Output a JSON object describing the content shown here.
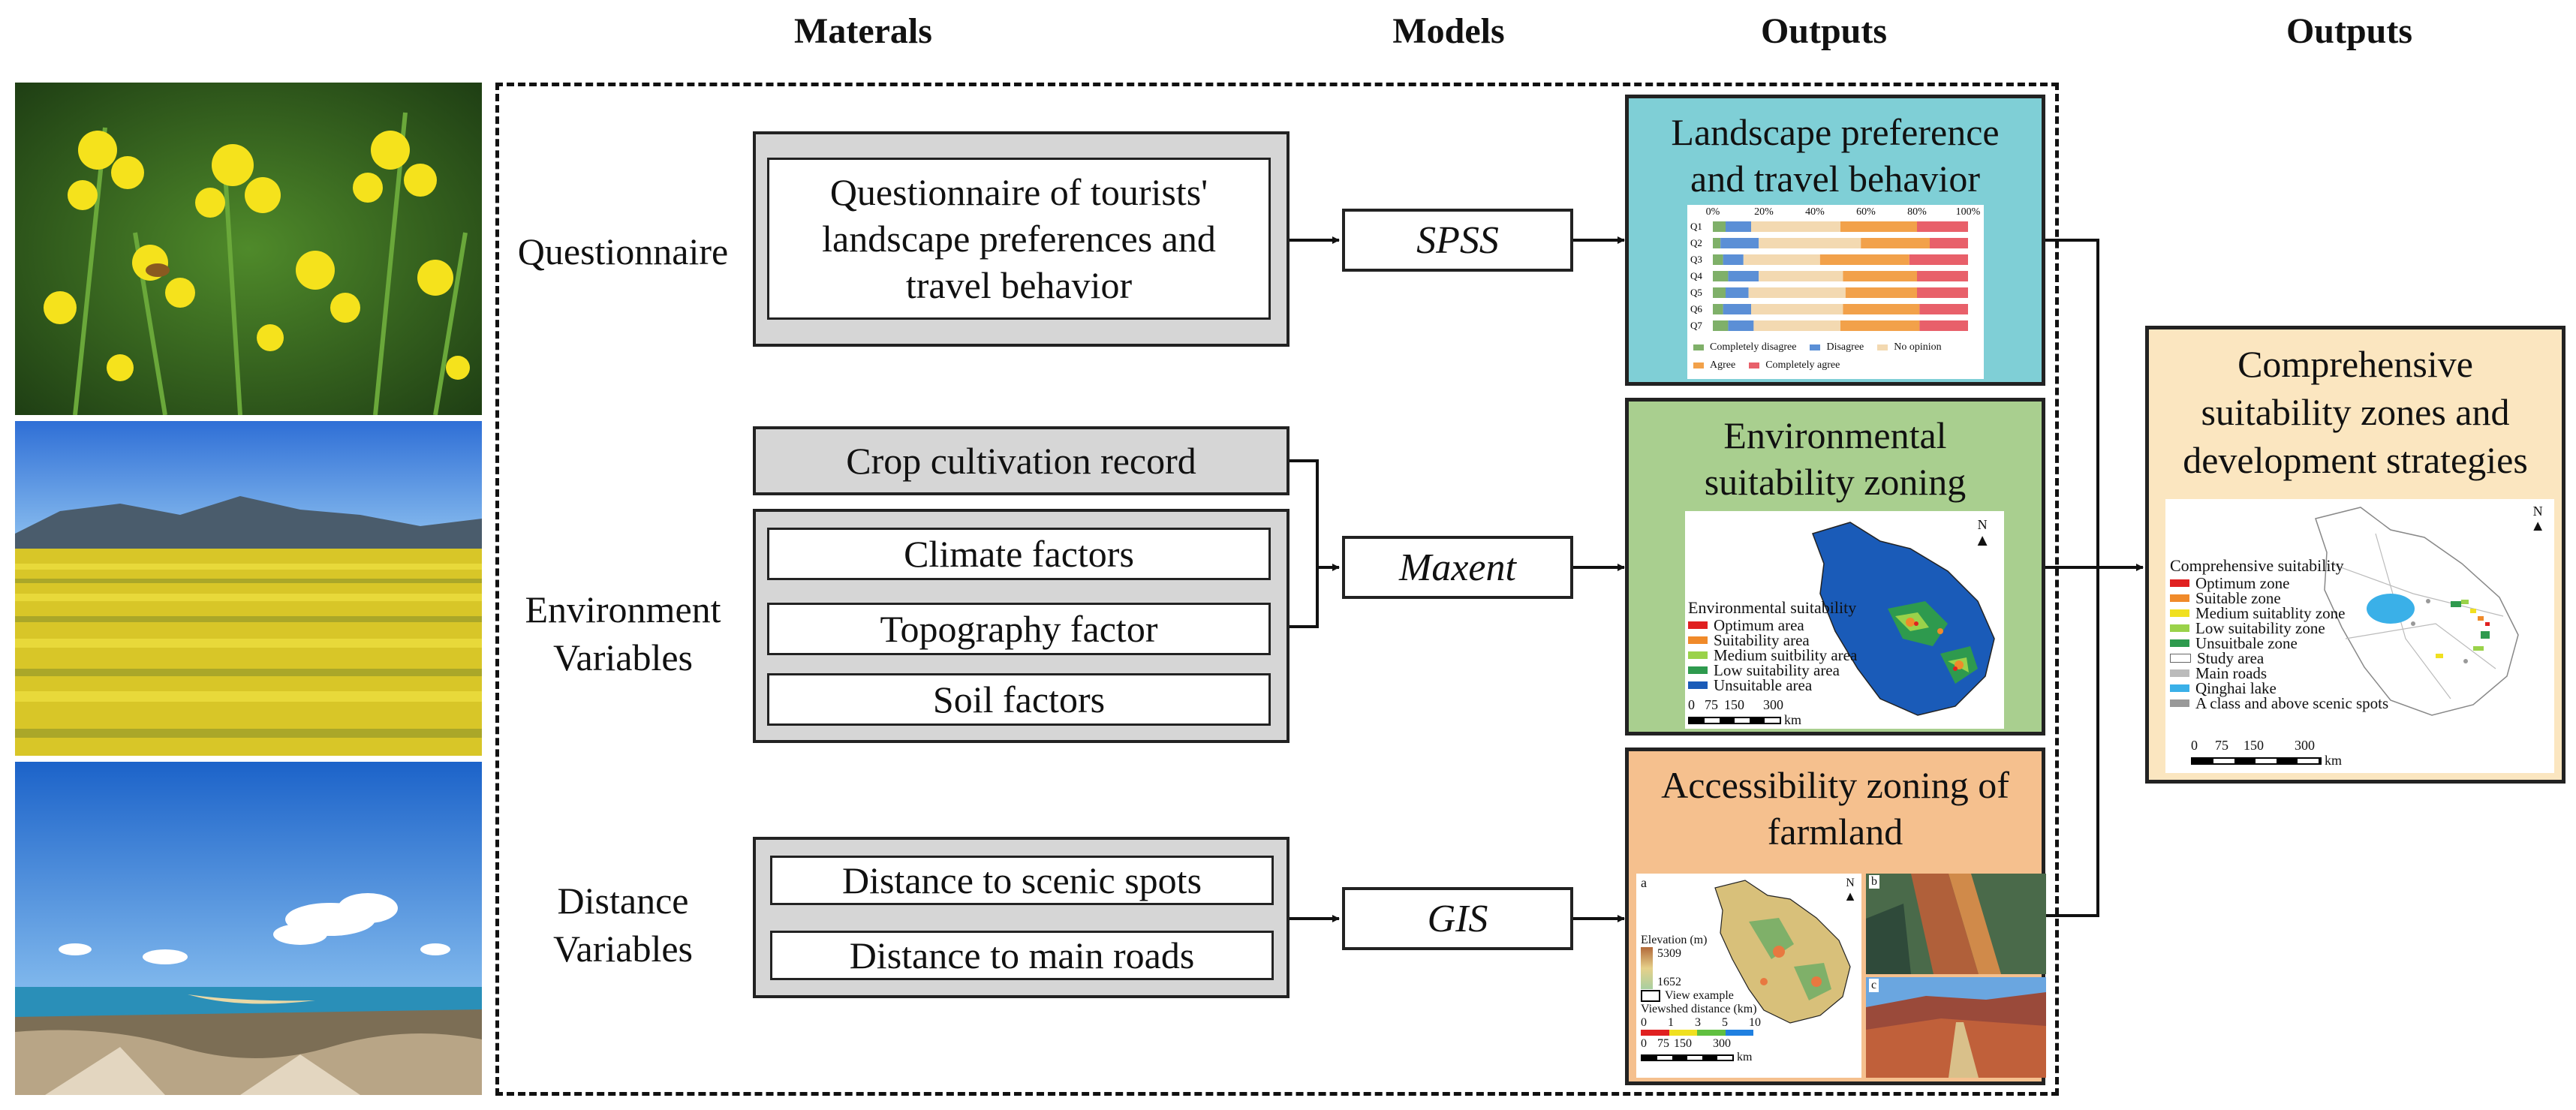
{
  "headers": {
    "materials": "Materals",
    "models": "Models",
    "outputs_1": "Outputs",
    "outputs_2": "Outputs"
  },
  "categories": {
    "questionnaire": "Questionnaire",
    "environment": [
      "Environment",
      "Variables"
    ],
    "distance": [
      "Distance",
      "Variables"
    ]
  },
  "materials": {
    "questionnaire_lines": [
      "Questionnaire of tourists'",
      "landscape preferences and",
      "travel behavior"
    ],
    "crop_record": "Crop cultivation record",
    "climate": "Climate factors",
    "topography": "Topography factor",
    "soil": "Soil factors",
    "dist_scenic": "Distance to scenic spots",
    "dist_roads": "Distance to main roads"
  },
  "models": {
    "spss": "SPSS",
    "maxent": "Maxent",
    "gis": "GIS"
  },
  "outputs": {
    "landscape_title": [
      "Landscape preference",
      "and travel behavior"
    ],
    "environmental_title": [
      "Environmental",
      "suitability zoning"
    ],
    "accessibility_title": [
      "Accessibility zoning of",
      "farmland"
    ],
    "comprehensive_title": [
      "Comprehensive",
      "suitability zones and",
      "development strategies"
    ]
  },
  "bar_chart": {
    "ticks": [
      "0%",
      "20%",
      "40%",
      "60%",
      "80%",
      "100%"
    ],
    "rows": [
      "Q1",
      "Q2",
      "Q3",
      "Q4",
      "Q5",
      "Q6",
      "Q7"
    ],
    "legend": [
      "Completely disagree",
      "Disagree",
      "No opinion",
      "Agree",
      "Completely agree"
    ],
    "legend_colors": [
      "#7fb069",
      "#5b8fd6",
      "#f3d9b1",
      "#f2a14a",
      "#e8606a"
    ]
  },
  "env_map": {
    "legend_title": "Environmental suitability",
    "legend": [
      "Optimum area",
      "Suitability area",
      "Medium suitbility area",
      "Low suitability area",
      "Unsuitable area"
    ],
    "legend_colors": [
      "#e02020",
      "#f08a2a",
      "#9ad24a",
      "#2e9a4e",
      "#1a5bb8"
    ],
    "scale": [
      "0",
      "75",
      "150",
      "300"
    ],
    "scale_unit": "km",
    "north": "N"
  },
  "access_map": {
    "panel_a": "a",
    "panel_b": "b",
    "panel_c": "c",
    "elevation_title": "Elevation (m)",
    "elev_max": "5309",
    "elev_min": "1652",
    "view_example": "View example",
    "viewshed_title": "Viewshed distance (km)",
    "viewshed_ticks": [
      "0",
      "1",
      "3",
      "5",
      "10"
    ],
    "viewshed_colors": [
      "#e02020",
      "#f0e020",
      "#60c040",
      "#2080e0"
    ],
    "scale": [
      "0",
      "75",
      "150",
      "300"
    ],
    "scale_unit": "km",
    "north": "N"
  },
  "comp_map": {
    "legend_title": "Comprehensive suitability",
    "legend": [
      "Optimum zone",
      "Suitable zone",
      "Medium suitablity zone",
      "Low suitability zone",
      "Unsuitbale zone",
      "Study area",
      "Main roads",
      "Qinghai lake",
      "A class and above scenic spots"
    ],
    "legend_colors": [
      "#e02020",
      "#f08a2a",
      "#f0e020",
      "#9ad24a",
      "#2e9a4e",
      "#ffffff",
      "#bbbbbb",
      "#3ab0e8",
      "#999999"
    ],
    "scale": [
      "0",
      "75",
      "150",
      "300"
    ],
    "scale_unit": "km",
    "north": "N"
  },
  "colors": {
    "landscape_bg": "#7fcfd6",
    "environment_bg": "#a9cf8f",
    "accessibility_bg": "#f5c08e",
    "comprehensive_bg": "#fbe6c0",
    "material_box": "#d6d6d6"
  }
}
